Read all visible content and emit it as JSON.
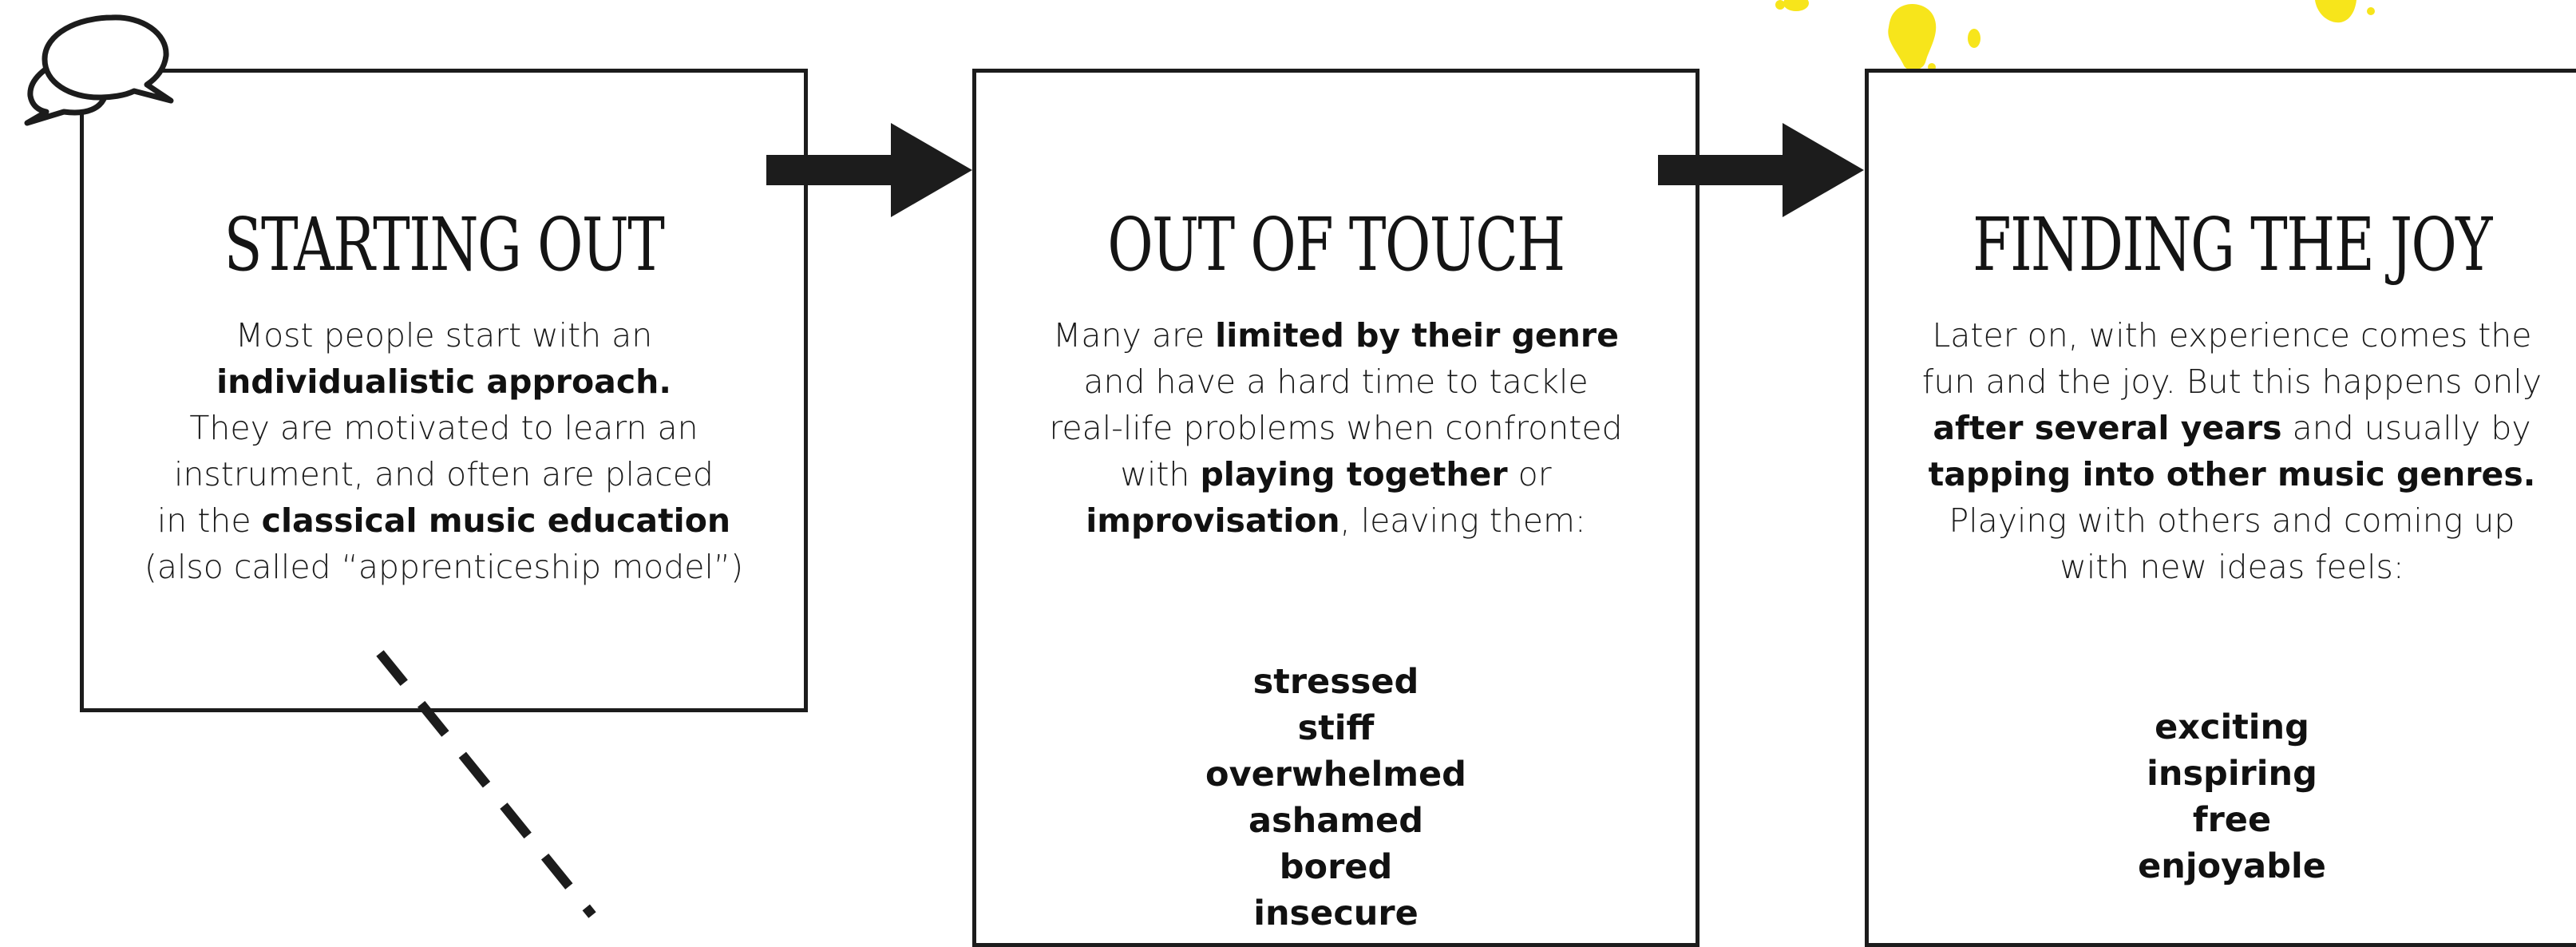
{
  "steps": [
    {
      "title": "STARTING OUT",
      "lines": [
        [
          {
            "text": "Most people start with an",
            "bold": false
          }
        ],
        [
          {
            "text": "individualistic approach.",
            "bold": true
          }
        ],
        [
          {
            "text": "They are motivated to learn an",
            "bold": false
          }
        ],
        [
          {
            "text": "instrument, and often are placed",
            "bold": false
          }
        ],
        [
          {
            "text": "in the ",
            "bold": false
          },
          {
            "text": "classical music education",
            "bold": true
          }
        ],
        [
          {
            "text": "(also called “apprenticeship model”)",
            "bold": false
          }
        ]
      ],
      "feelings": []
    },
    {
      "title": "OUT OF TOUCH",
      "lines": [
        [
          {
            "text": "Many are ",
            "bold": false
          },
          {
            "text": "limited by their genre",
            "bold": true
          }
        ],
        [
          {
            "text": "and have a hard time to tackle",
            "bold": false
          }
        ],
        [
          {
            "text": "real-life problems when confronted",
            "bold": false
          }
        ],
        [
          {
            "text": "with ",
            "bold": false
          },
          {
            "text": "playing together",
            "bold": true
          },
          {
            "text": " or",
            "bold": false
          }
        ],
        [
          {
            "text": "improvisation",
            "bold": true
          },
          {
            "text": ", leaving them:",
            "bold": false
          }
        ]
      ],
      "feelings": [
        "stressed",
        "stiff",
        "overwhelmed",
        "ashamed",
        "bored",
        "insecure"
      ]
    },
    {
      "title": "FINDING THE JOY",
      "lines": [
        [
          {
            "text": "Later on, with experience comes the",
            "bold": false
          }
        ],
        [
          {
            "text": "fun and the joy. But this happens only",
            "bold": false
          }
        ],
        [
          {
            "text": "after several years",
            "bold": true
          },
          {
            "text": " and usually by",
            "bold": false
          }
        ],
        [
          {
            "text": "tapping into other music genres.",
            "bold": true
          }
        ],
        [
          {
            "text": "Playing with others and coming up",
            "bold": false
          }
        ],
        [
          {
            "text": "with new ideas feels:",
            "bold": false
          }
        ]
      ],
      "feelings": [
        "exciting",
        "inspiring",
        "free",
        "enjoyable"
      ]
    }
  ],
  "icons": {
    "speech": "speech-bubbles-icon",
    "arrow": "arrow-right-icon",
    "splatter": "paint-splatter"
  },
  "colors": {
    "stroke": "#1c1c1c",
    "text": "#141414",
    "accent": "#f7e51b"
  }
}
